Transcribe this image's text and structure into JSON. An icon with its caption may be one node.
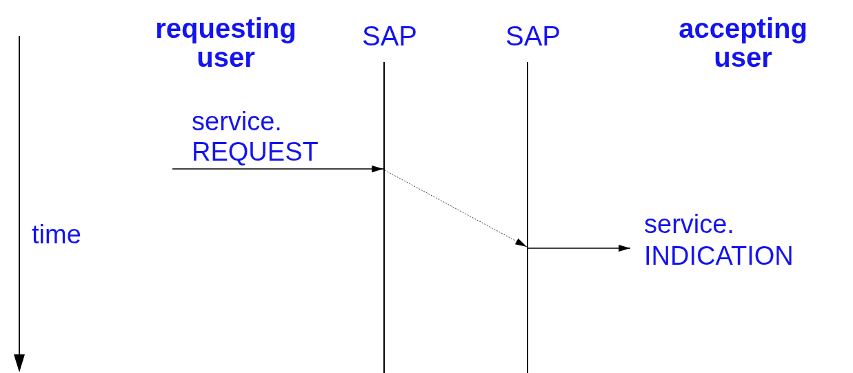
{
  "diagram": {
    "nodes": [
      {
        "text": [
          "requesting user"
        ]
      },
      {
        "text": [
          "SAP"
        ]
      },
      {
        "text": [],
        "shape": "bar"
      },
      {
        "text": [
          "SAP"
        ]
      },
      {
        "text": [],
        "shape": "bar"
      },
      {
        "text": [
          "accepting user"
        ]
      },
      {
        "text": [
          "service. INDICATION"
        ]
      }
    ],
    "edges": [
      {
        "from": null,
        "to": 2,
        "arrow": "to",
        "label": "service. REQUEST"
      },
      {
        "from": 2,
        "to": 4,
        "arrow": "to",
        "style": "dashed"
      },
      {
        "from": 4,
        "to": 6,
        "arrow": "to"
      }
    ],
    "labels": [
      "time"
    ]
  }
}
